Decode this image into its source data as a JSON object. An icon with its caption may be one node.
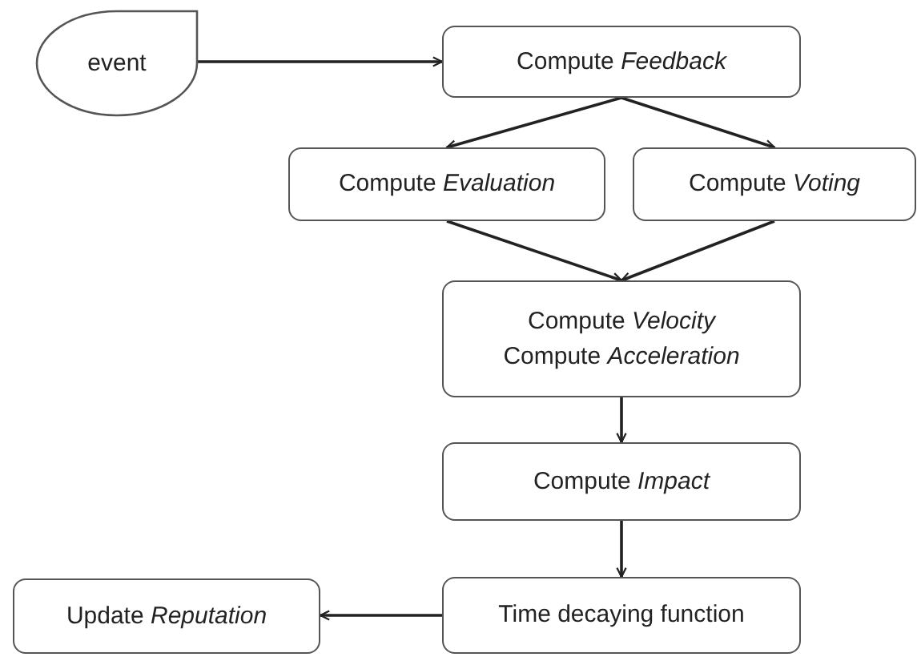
{
  "diagram": {
    "nodes": [
      {
        "text": [
          "event"
        ]
      },
      {
        "text": [
          "Compute *Feedback*"
        ]
      },
      {
        "text": [
          "Compute *Evaluation*"
        ]
      },
      {
        "text": [
          "Compute *Voting*"
        ]
      },
      {
        "text": [
          "Compute *Velocity*",
          "Compute *Acceleration*"
        ]
      },
      {
        "text": [
          "Compute *Impact*"
        ]
      },
      {
        "text": [
          "Time decaying function"
        ]
      },
      {
        "text": [
          "Update *Reputation*"
        ]
      }
    ],
    "edges": [
      {
        "from": 0,
        "to": 1,
        "arrow": "to"
      },
      {
        "from": 1,
        "to": 2,
        "arrow": "to"
      },
      {
        "from": 1,
        "to": 3,
        "arrow": "to"
      },
      {
        "from": 2,
        "to": 4,
        "arrow": "to"
      },
      {
        "from": 3,
        "to": 4,
        "arrow": "to"
      },
      {
        "from": 4,
        "to": 5,
        "arrow": "to"
      },
      {
        "from": 5,
        "to": 6,
        "arrow": "to"
      },
      {
        "from": 6,
        "to": 7,
        "arrow": "to"
      }
    ]
  }
}
